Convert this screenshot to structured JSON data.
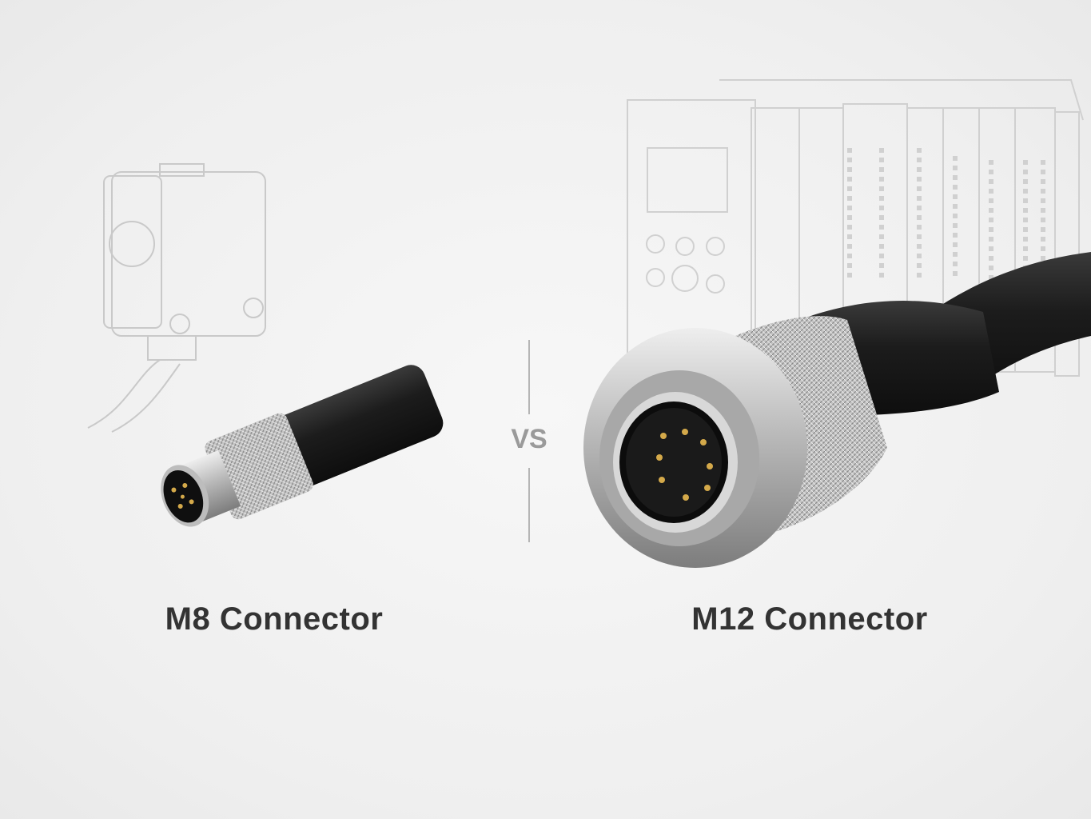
{
  "left_product": {
    "label": "M8 Connector"
  },
  "right_product": {
    "label": "M12 Connector"
  },
  "divider": {
    "text": "VS"
  },
  "colors": {
    "label": "#333333",
    "vs": "#9a9a9a",
    "metal": "#c8c8c8",
    "body": "#1e1e1e",
    "pin": "#d4a94a"
  }
}
